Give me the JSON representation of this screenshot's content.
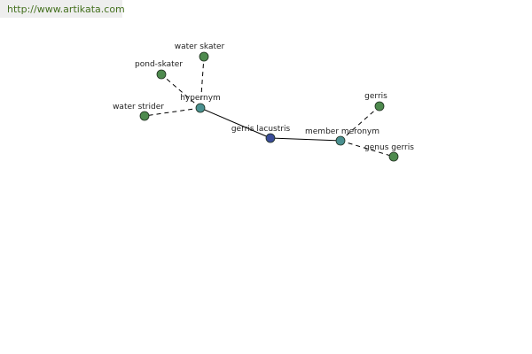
{
  "banner": {
    "url": "http://www.artikata.com"
  },
  "colors": {
    "edge": "#000000",
    "leaf_node": "#4e8a4e",
    "relation_node": "#4a9090",
    "center_node": "#3a4c98",
    "node_stroke": "#1e2e1e"
  },
  "graph": {
    "nodes": [
      {
        "id": "gerris-lacustris",
        "label": "gerris lacustris",
        "kind": "center"
      },
      {
        "id": "hypernym",
        "label": "hypernym",
        "kind": "relation"
      },
      {
        "id": "member-meronym",
        "label": "member meronym",
        "kind": "relation"
      },
      {
        "id": "water-skater",
        "label": "water skater",
        "kind": "leaf"
      },
      {
        "id": "pond-skater",
        "label": "pond-skater",
        "kind": "leaf"
      },
      {
        "id": "water-strider",
        "label": "water strider",
        "kind": "leaf"
      },
      {
        "id": "gerris",
        "label": "gerris",
        "kind": "leaf"
      },
      {
        "id": "genus-gerris",
        "label": "genus gerris",
        "kind": "leaf"
      }
    ],
    "edges": [
      {
        "from": "gerris-lacustris",
        "to": "hypernym",
        "style": "solid"
      },
      {
        "from": "gerris-lacustris",
        "to": "member-meronym",
        "style": "solid"
      },
      {
        "from": "hypernym",
        "to": "water-skater",
        "style": "dashed"
      },
      {
        "from": "hypernym",
        "to": "pond-skater",
        "style": "dashed"
      },
      {
        "from": "hypernym",
        "to": "water-strider",
        "style": "dashed"
      },
      {
        "from": "member-meronym",
        "to": "gerris",
        "style": "dashed"
      },
      {
        "from": "member-meronym",
        "to": "genus-gerris",
        "style": "dashed"
      }
    ]
  }
}
